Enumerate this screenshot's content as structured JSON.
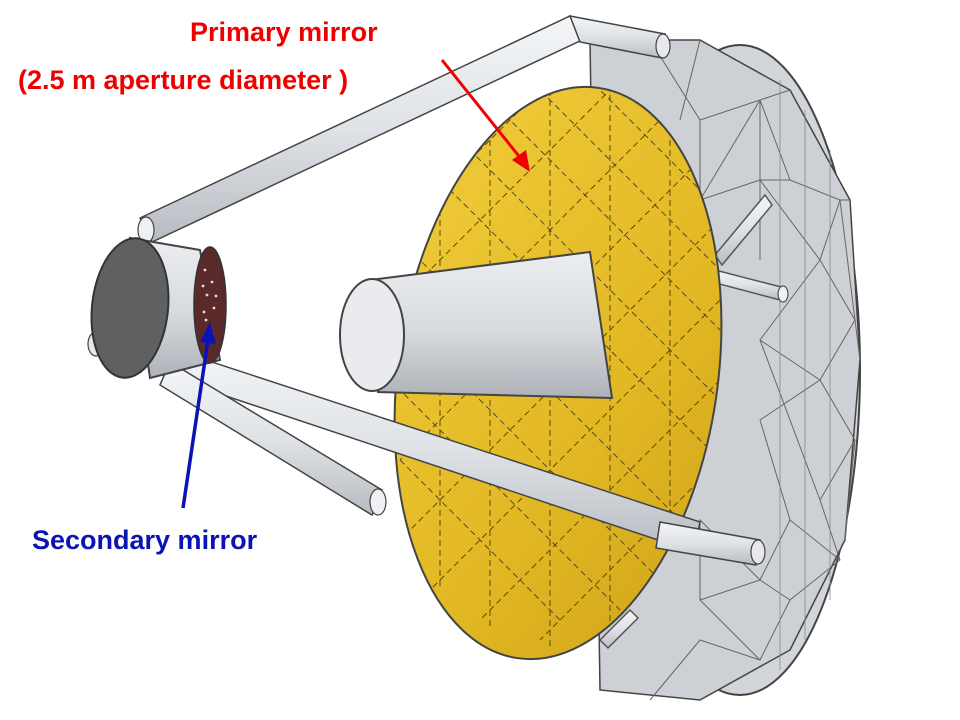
{
  "labels": {
    "primary_line1": "Primary mirror",
    "primary_line2": "(2.5 m aperture diameter )",
    "secondary": "Secondary mirror"
  },
  "colors": {
    "primary_label": "#ee0000",
    "secondary_label": "#0a14b4",
    "mirror_gold": "#e6c02a",
    "structure_gray": "#d3d6da",
    "strut_gray": "#e2e5e9",
    "outline": "#3a3a3a"
  }
}
